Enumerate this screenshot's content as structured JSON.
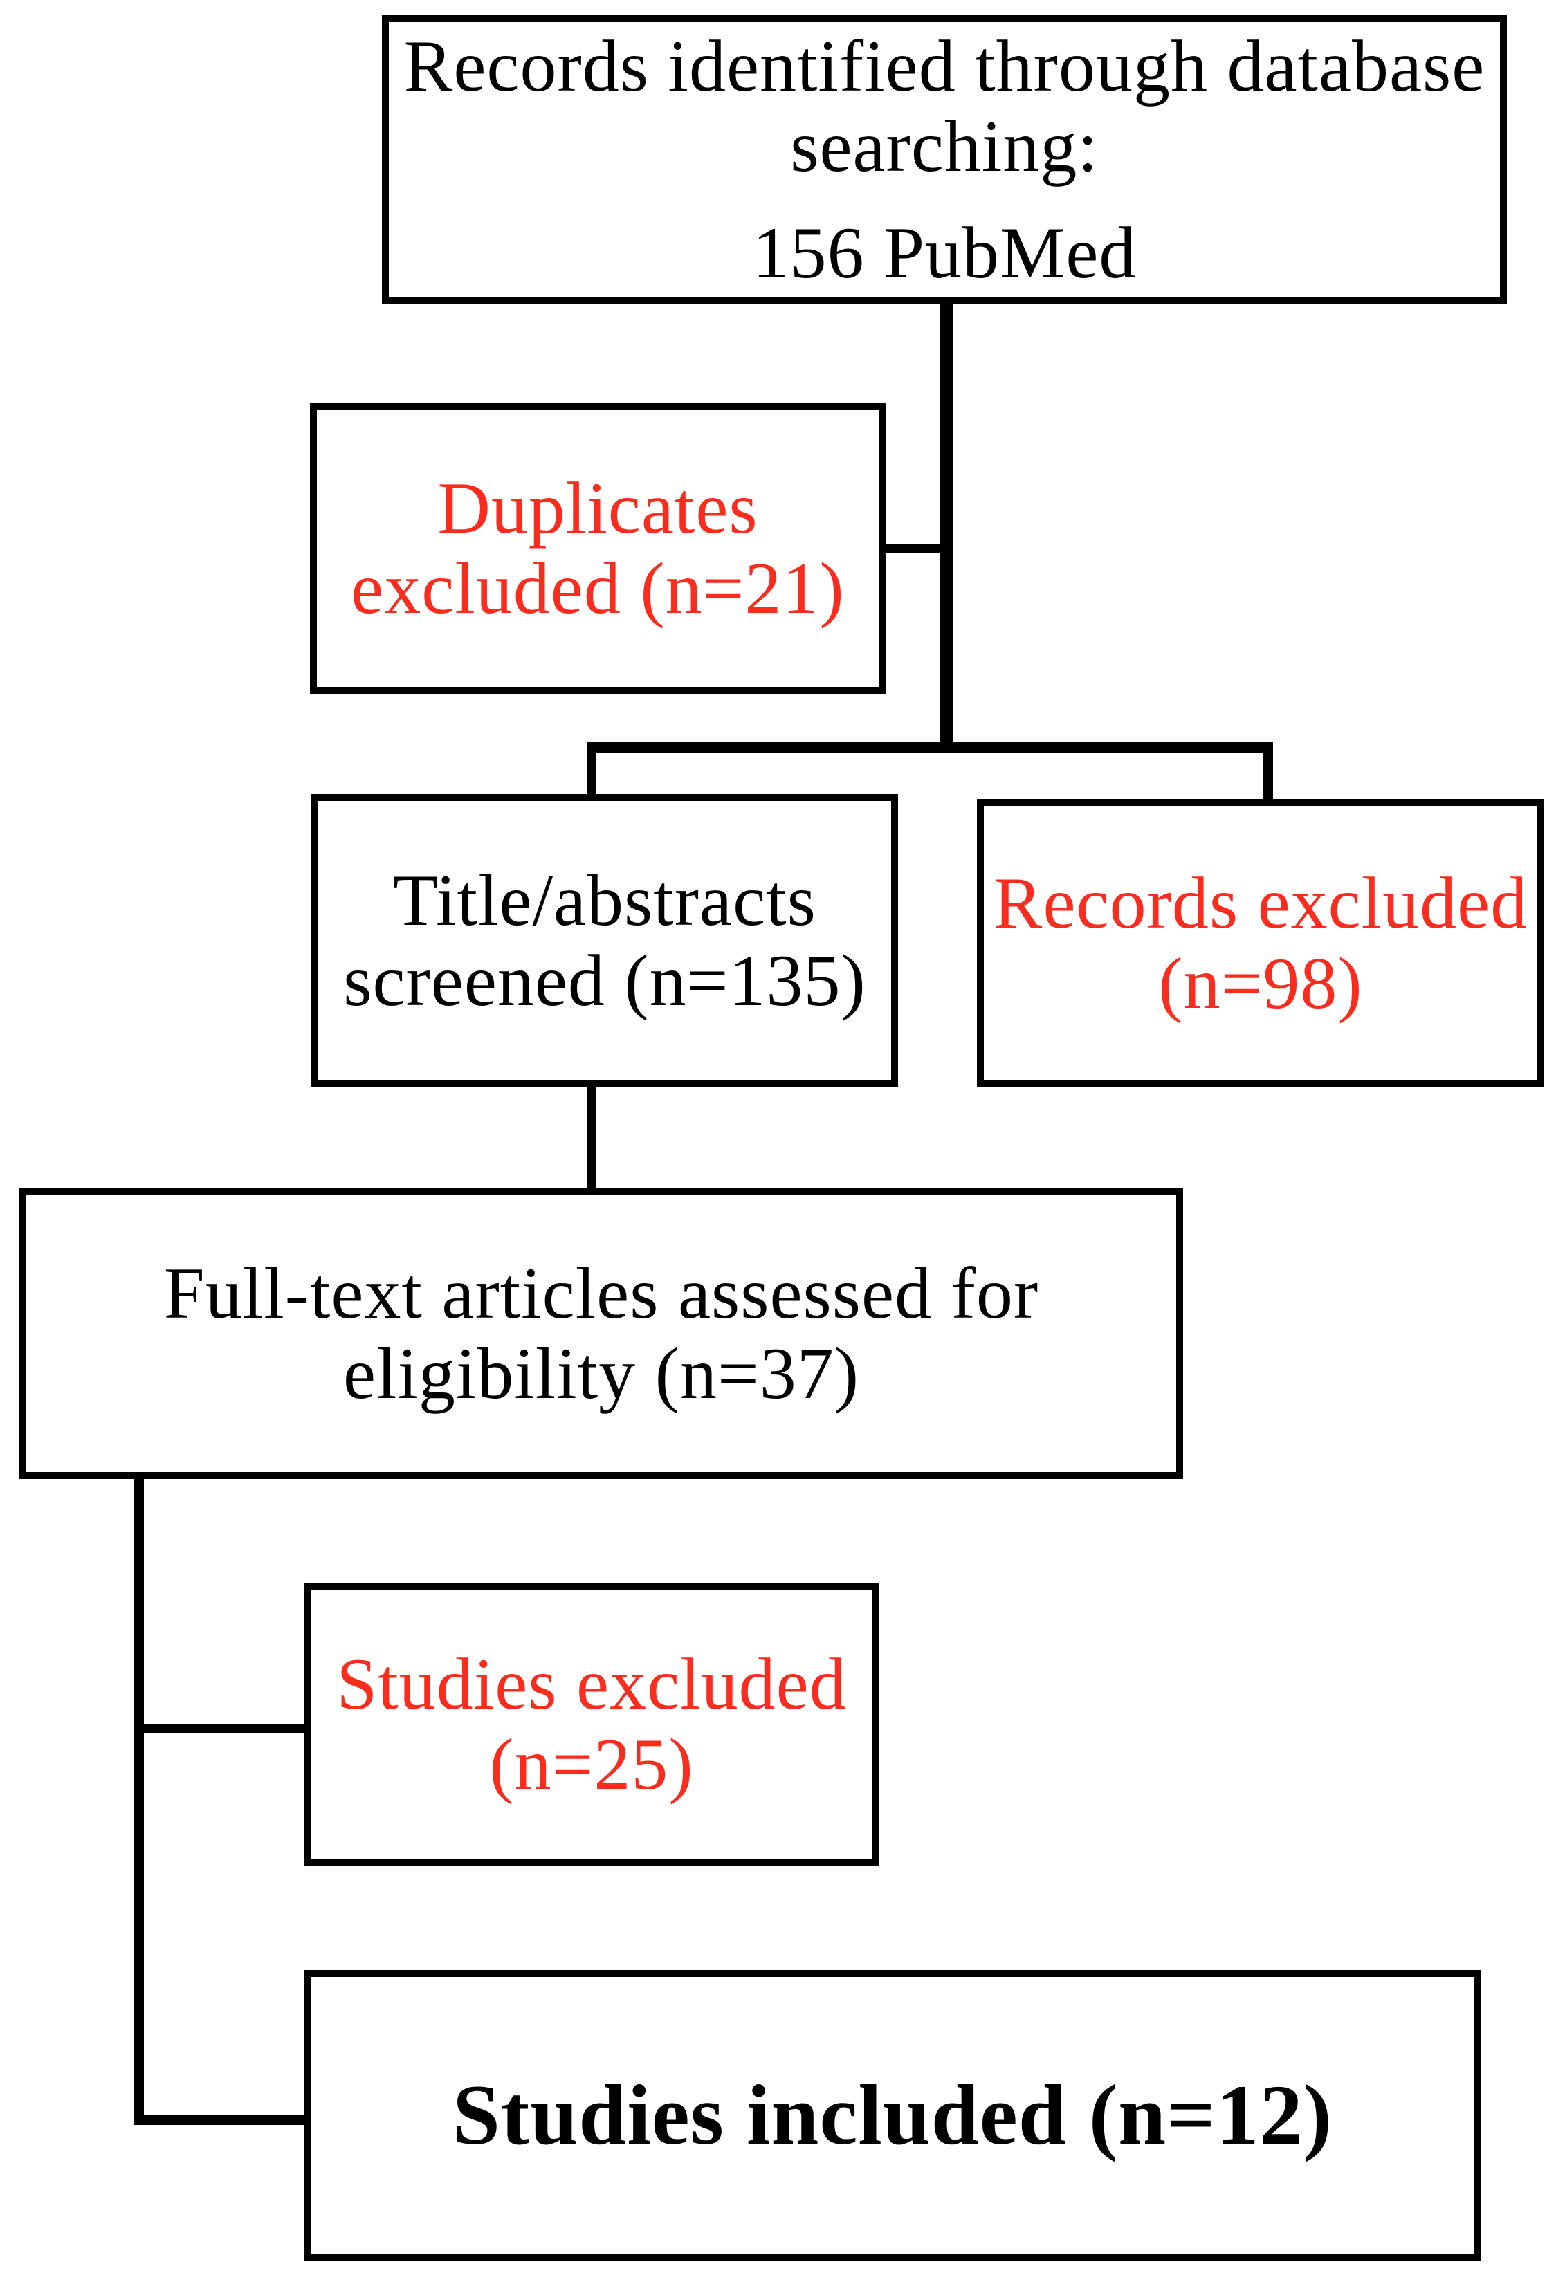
{
  "diagram": {
    "type": "study-selection-flowchart",
    "source_database": "PubMed",
    "counts": {
      "records_identified": 156,
      "duplicates_excluded": 21,
      "title_abstracts_screened": 135,
      "records_excluded": 98,
      "full_text_assessed": 37,
      "studies_excluded": 25,
      "studies_included": 12
    },
    "boxes": [
      {
        "id": "records-identified",
        "text": "Records identified through database searching: 156 PubMed",
        "lines": [
          "Records identified through database",
          "searching:",
          "156 PubMed"
        ],
        "text_color": "#000000"
      },
      {
        "id": "duplicates-excluded",
        "text": "Duplicates excluded (n=21)",
        "lines": [
          "Duplicates",
          "excluded (n=21)"
        ],
        "text_color": "#fa2c1e"
      },
      {
        "id": "title-abstracts-screened",
        "text": "Title/abstracts screened (n=135)",
        "lines": [
          "Title/abstracts",
          "screened (n=135)"
        ],
        "text_color": "#000000"
      },
      {
        "id": "records-excluded",
        "text": "Records excluded (n=98)",
        "lines": [
          "Records excluded",
          "(n=98)"
        ],
        "text_color": "#fa2c1e"
      },
      {
        "id": "full-text-assessed",
        "text": "Full-text articles assessed for eligibility (n=37)",
        "lines": [
          "Full-text articles assessed for",
          "eligibility (n=37)"
        ],
        "text_color": "#000000"
      },
      {
        "id": "studies-excluded",
        "text": "Studies excluded (n=25)",
        "lines": [
          "Studies excluded",
          "(n=25)"
        ],
        "text_color": "#fa2c1e"
      },
      {
        "id": "studies-included",
        "text": "Studies included (n=12)",
        "lines": [
          "Studies included (n=12)"
        ],
        "text_color": "#000000"
      }
    ]
  },
  "colors": {
    "excluded_red": "#fa2c1e",
    "line_black": "#000000",
    "background": "#ffffff"
  }
}
